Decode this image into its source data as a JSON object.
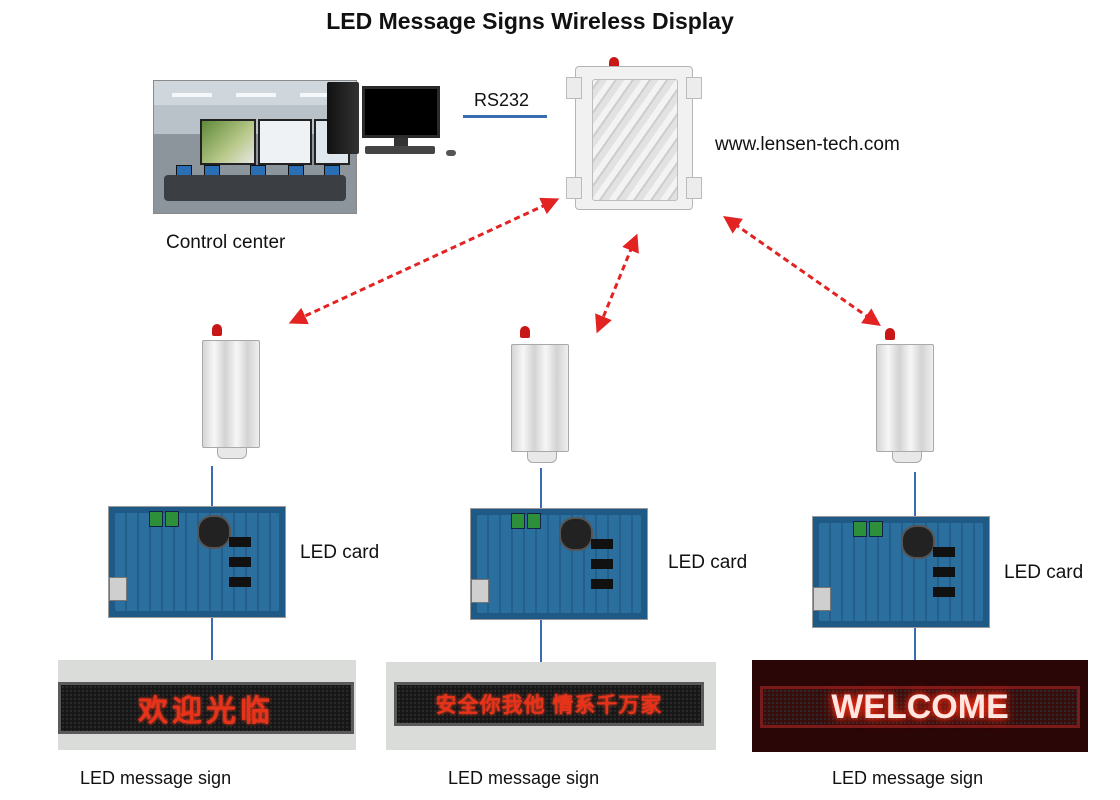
{
  "title": "LED Message Signs Wireless Display",
  "link_label": "RS232",
  "website": "www.lensen-tech.com",
  "control_center_label": "Control center",
  "card_label": "LED  card",
  "sign_label": "LED message sign",
  "signs": [
    {
      "text": "欢迎光临"
    },
    {
      "text": "安全你我他 情系千万家"
    },
    {
      "text": "WELCOME"
    }
  ],
  "colors": {
    "wireless_link": "#e32222",
    "wired_link": "#3a6db0",
    "led_text": "#e8331a"
  }
}
